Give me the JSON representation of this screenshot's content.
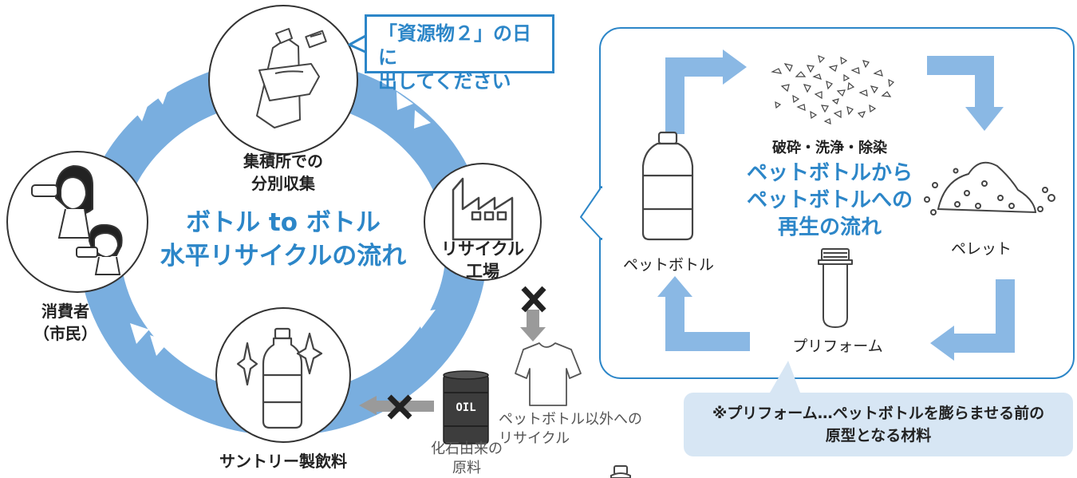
{
  "colors": {
    "accent": "#2c86c8",
    "ring": "#79aedf",
    "arrow_light": "#8ab8e4",
    "note_bg": "#d7e6f4",
    "arrow_gray": "#9a9a9a"
  },
  "main_title": {
    "line1": "ボトル to ボトル",
    "line2": "水平リサイクルの流れ"
  },
  "callout": {
    "line1": "「資源物２」の日に",
    "line2": "出してください"
  },
  "nodes": {
    "collection": {
      "line1": "集積所での",
      "line2": "分別収集"
    },
    "factory": {
      "line1": "リサイクル",
      "line2": "工場"
    },
    "consumer": {
      "line1": "消費者",
      "line2": "（市民）"
    },
    "drink": {
      "label": "サントリー製飲料"
    }
  },
  "side": {
    "fossil": {
      "line1": "化石由来の",
      "line2": "原料",
      "oil": "OIL"
    },
    "other": {
      "line1": "ペットボトル以外への",
      "line2": "リサイクル"
    }
  },
  "panel": {
    "title_line1": "ペットボトルから",
    "title_line2": "ペットボトルへの",
    "title_line3": "再生の流れ",
    "crush": "破砕・洗浄・除染",
    "bottle": "ペットボトル",
    "pellet": "ペレット",
    "preform": "プリフォーム"
  },
  "note": {
    "line1": "※プリフォーム…ペットボトルを膨らませる前の",
    "line2": "原型となる材料"
  },
  "icons": [
    "bottle-crushed-icon",
    "factory-icon",
    "people-drinking-icon",
    "sparkling-bottle-icon",
    "oil-drum-icon",
    "tshirt-icon",
    "cross-mark-icon",
    "bottle-icon",
    "flakes-icon",
    "pellet-icon",
    "preform-icon"
  ]
}
